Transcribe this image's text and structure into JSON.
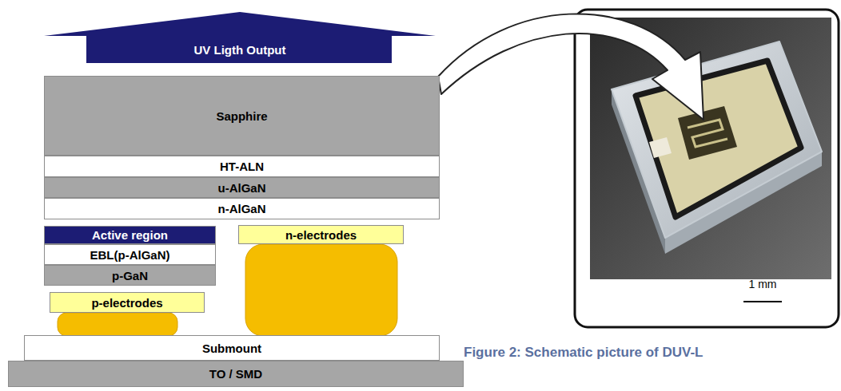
{
  "diagram": {
    "caption": "Figure 2: Schematic picture of DUV-L",
    "nodes": [
      {
        "text": [
          "UV Ligth Output"
        ]
      },
      {
        "text": [
          "Sapphire"
        ]
      },
      {
        "text": [
          "HT-ALN"
        ]
      },
      {
        "text": [
          "u-AlGaN"
        ]
      },
      {
        "text": [
          "n-AlGaN"
        ]
      },
      {
        "text": [
          "Active region"
        ]
      },
      {
        "text": [
          "n-electrodes"
        ]
      },
      {
        "text": [
          "EBL(p-AlGaN)"
        ]
      },
      {
        "text": [
          "p-GaN"
        ]
      },
      {
        "text": [
          "p-electrodes"
        ]
      },
      {
        "text": [
          "Submount"
        ]
      },
      {
        "text": [
          "TO / SMD"
        ]
      }
    ],
    "labels": [
      "1 mm"
    ]
  }
}
